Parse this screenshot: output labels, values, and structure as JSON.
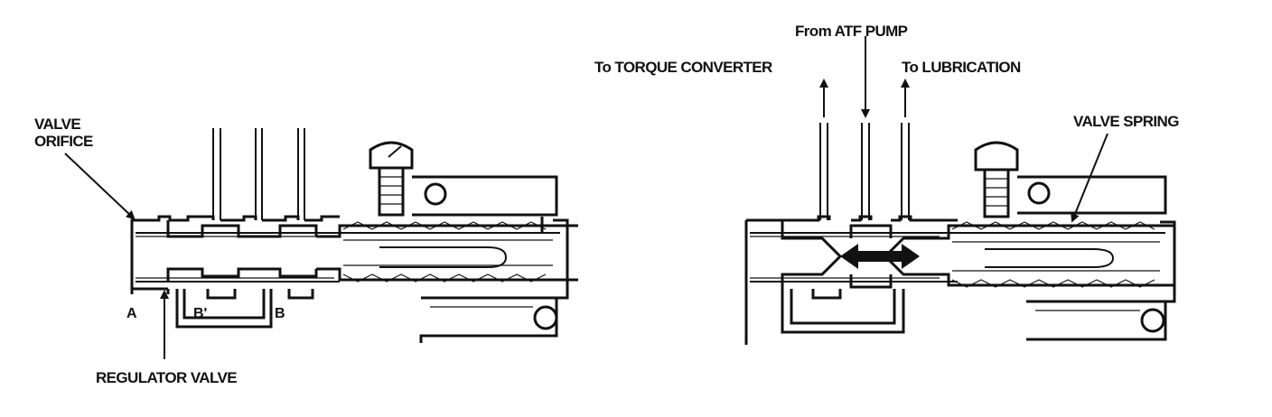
{
  "left_panel": {
    "labels": {
      "valve_orifice_line1": "VALVE",
      "valve_orifice_line2": "ORIFICE",
      "port_a": "A",
      "port_b_prime": "B'",
      "port_b": "B",
      "regulator_valve": "REGULATOR VALVE"
    }
  },
  "right_panel": {
    "labels": {
      "from_atf_pump": "From ATF PUMP",
      "to_torque_converter": "To TORQUE CONVERTER",
      "to_lubrication": "To LUBRICATION",
      "valve_spring": "VALVE SPRING"
    }
  },
  "colors": {
    "ink": "#111111",
    "background": "#ffffff"
  }
}
